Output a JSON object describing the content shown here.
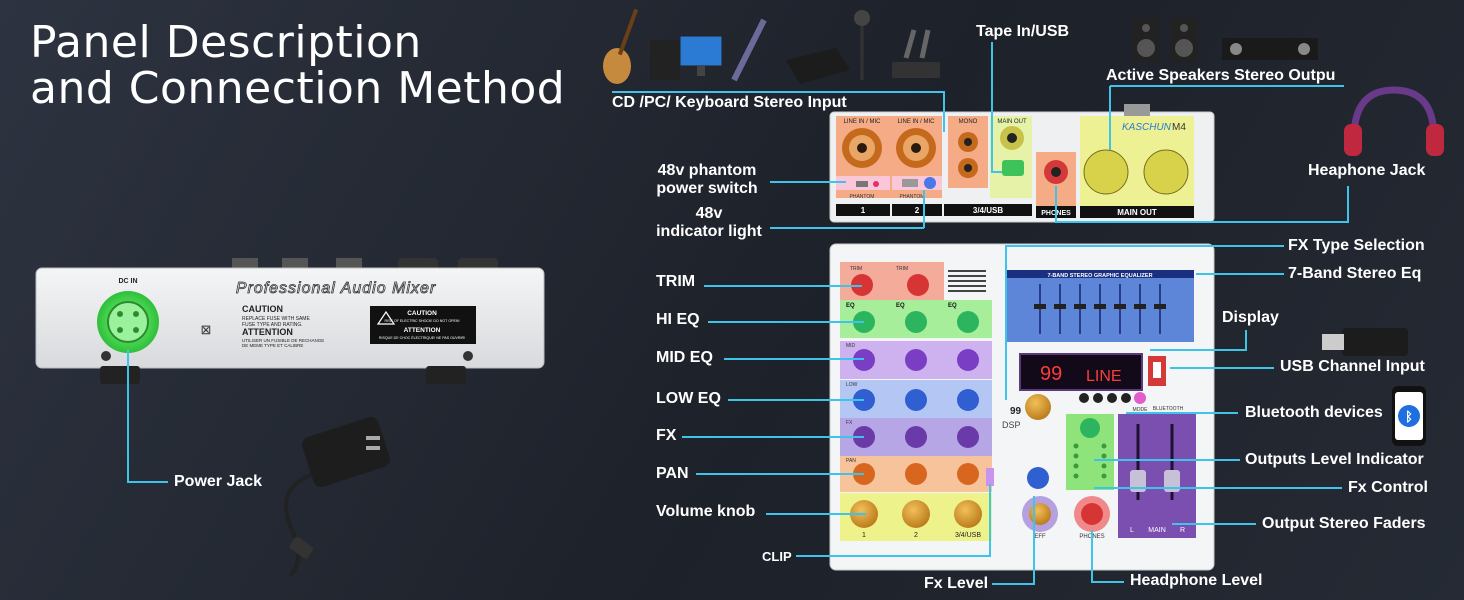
{
  "title": {
    "line1": "Panel Description",
    "line2": "and Connection Method"
  },
  "rear_panel": {
    "dc_in": "DC IN",
    "banner": "Professional Audio Mixer",
    "caution1": "CAUTION",
    "caution1_sub1": "REPLACE FUSE WITH SAME",
    "caution1_sub2": "FUSE TYPE AND RATING.",
    "attention1": "ATTENTION",
    "attention1_sub1": "UTILISER UN FUSIBLE DE RECHANGE",
    "attention1_sub2": "DE MEME TYPE ET CALIBRE",
    "caution2": "CAUTION",
    "caution2_sub": "RISK OF ELECTRIC SHOCK! DO NOT OPEN!",
    "attention2": "ATTENTION",
    "attention2_sub": "RISQUE DE CHOC ÉLECTRIQUE! NE PAS OUVRIR!"
  },
  "labels": {
    "power_jack": "Power Jack",
    "cd_input": "CD /PC/ Keyboard Stereo Input",
    "tape_in": "Tape In/USB",
    "active_speakers": "Active Speakers Stereo Outpu",
    "headphone_jack": "Heaphone Jack",
    "phantom_switch_1": "48v phantom",
    "phantom_switch_2": "power switch",
    "indicator_1": "48v",
    "indicator_2": "indicator light",
    "fx_type": "FX Type Selection",
    "eq7": "7-Band Stereo  Eq",
    "trim": "TRIM",
    "hi_eq": "HI EQ",
    "display": "Display",
    "mid_eq": "MID EQ",
    "usb_channel": "USB Channel Input",
    "low_eq": "LOW EQ",
    "bluetooth": "Bluetooth devices",
    "fx": "FX",
    "outputs_level": "Outputs Level Indicator",
    "pan": "PAN",
    "fx_control": "Fx Control",
    "volume_knob": "Volume knob",
    "output_faders": "Output Stereo Faders",
    "clip": "CLIP",
    "fx_level": "Fx Level",
    "headphone_level": "Headphone Level"
  },
  "mixer": {
    "brand": "KASCHUN",
    "model": "M4",
    "line_in_1": "LINE IN / MIC",
    "line_in_2": "LINE IN / MIC",
    "mono": "MONO",
    "main_out_top": "MAIN OUT",
    "ch1": "1",
    "ch2": "2",
    "ch34": "3/4/USB",
    "phones_tag": "PHONES",
    "main_out_tag": "MAIN OUT",
    "phantom": "PHANTOM",
    "eq_title": "7-BAND STEREO GRAPHIC EQUALIZER",
    "display_num": "99",
    "display_text": "LINE",
    "trim": "TRIM",
    "eq": "EQ",
    "mid": "MID",
    "low": "LOW",
    "fx": "FX",
    "pan": "PAN",
    "eff": "EFF",
    "phones": "PHONES",
    "main": "MAIN",
    "l": "L",
    "r": "R",
    "bluetooth": "BLUETOOTH",
    "mode": "MODE",
    "dsp": "DSP"
  },
  "colors": {
    "accent": "#3ec3ea",
    "label": "#ffffff",
    "background": "#23272f"
  }
}
